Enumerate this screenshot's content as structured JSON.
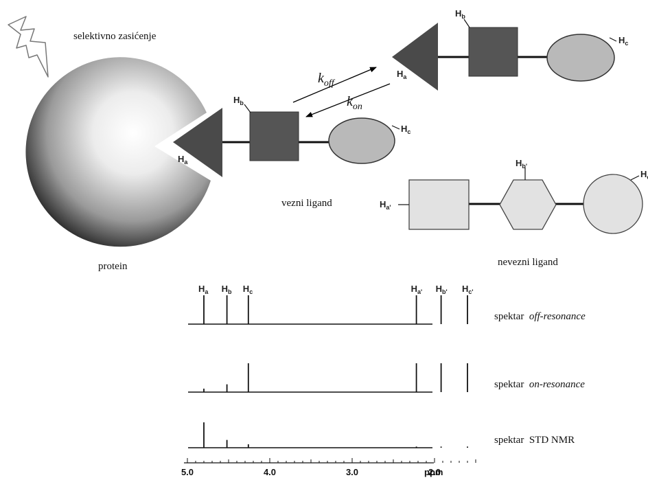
{
  "labels": {
    "saturation": "selektivno zasićenje",
    "protein": "protein",
    "bound_ligand": "vezni ligand",
    "unbound_ligand": "nevezni ligand",
    "k_off": "k",
    "k_off_sub": "off",
    "k_on": "k",
    "k_on_sub": "on"
  },
  "protons": {
    "Ha": "H",
    "Ha_sub": "a",
    "Hb": "H",
    "Hb_sub": "b",
    "Hc": "H",
    "Hc_sub": "c",
    "Ha2": "H",
    "Ha2_sub": "a'",
    "Hb2": "H",
    "Hb2_sub": "b'",
    "Hc2": "H",
    "Hc2_sub": "c'"
  },
  "spectra": [
    {
      "prefix": "spektar",
      "name": "off-resonance",
      "italic": true,
      "peaks": {
        "Ha": 1.0,
        "Hb": 1.0,
        "Hc": 1.0,
        "Ha2": 1.0,
        "Hb2": 1.0,
        "Hc2": 1.0
      }
    },
    {
      "prefix": "spektar",
      "name": "on-resonance",
      "italic": true,
      "peaks": {
        "Ha": 0.12,
        "Hb": 0.27,
        "Hc": 1.0,
        "Ha2": 1.0,
        "Hb2": 1.0,
        "Hc2": 1.0
      }
    },
    {
      "prefix": "spektar",
      "name": "STD NMR",
      "italic": false,
      "peaks": {
        "Ha": 0.88,
        "Hb": 0.27,
        "Hc": 0.12,
        "Ha2": 0.04,
        "Hb2": 0.04,
        "Hc2": 0.04
      }
    }
  ],
  "peak_positions_ppm": {
    "Ha": 4.8,
    "Hb": 4.52,
    "Hc": 4.26,
    "Ha2": 2.22,
    "Hb2": 1.92,
    "Hc2": 1.6
  },
  "axis": {
    "ticks": [
      5.0,
      4.0,
      3.0,
      2.0
    ],
    "tick_labels": [
      "5.0",
      "4.0",
      "3.0",
      "2.0"
    ],
    "unit": "ppm"
  }
}
